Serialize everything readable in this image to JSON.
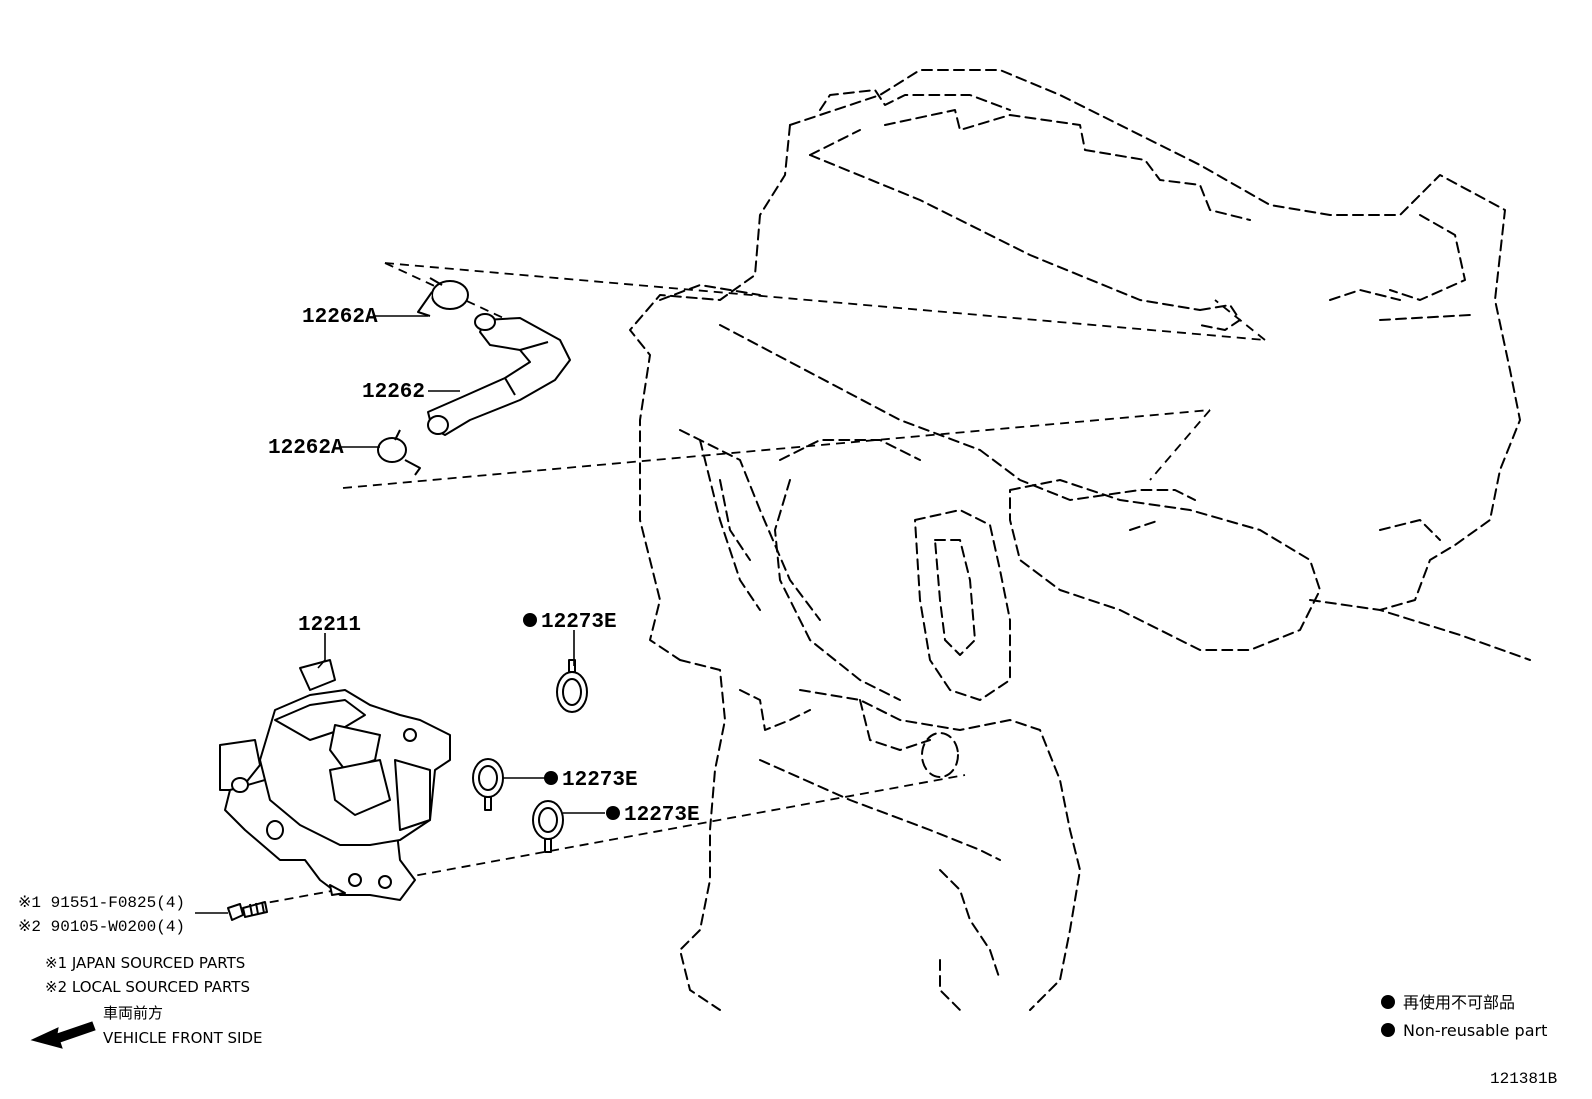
{
  "labels": {
    "hose_clamp_upper": "12262A",
    "hose": "12262",
    "hose_clamp_lower": "12262A",
    "pump_body": "12211",
    "gasket_top": "12273E",
    "gasket_mid": "12273E",
    "gasket_low": "12273E"
  },
  "bolts": {
    "line1": "※1 91551-F0825(4)",
    "line2": "※2 90105-W0200(4)"
  },
  "notes": {
    "note1": "※1 JAPAN SOURCED PARTS",
    "note2": "※2 LOCAL SOURCED PARTS",
    "front_jp": "車両前方",
    "front_en": "VEHICLE FRONT SIDE"
  },
  "legend": {
    "jp": "再使用不可部品",
    "en": "Non-reusable part"
  },
  "figure_id": "121381B"
}
